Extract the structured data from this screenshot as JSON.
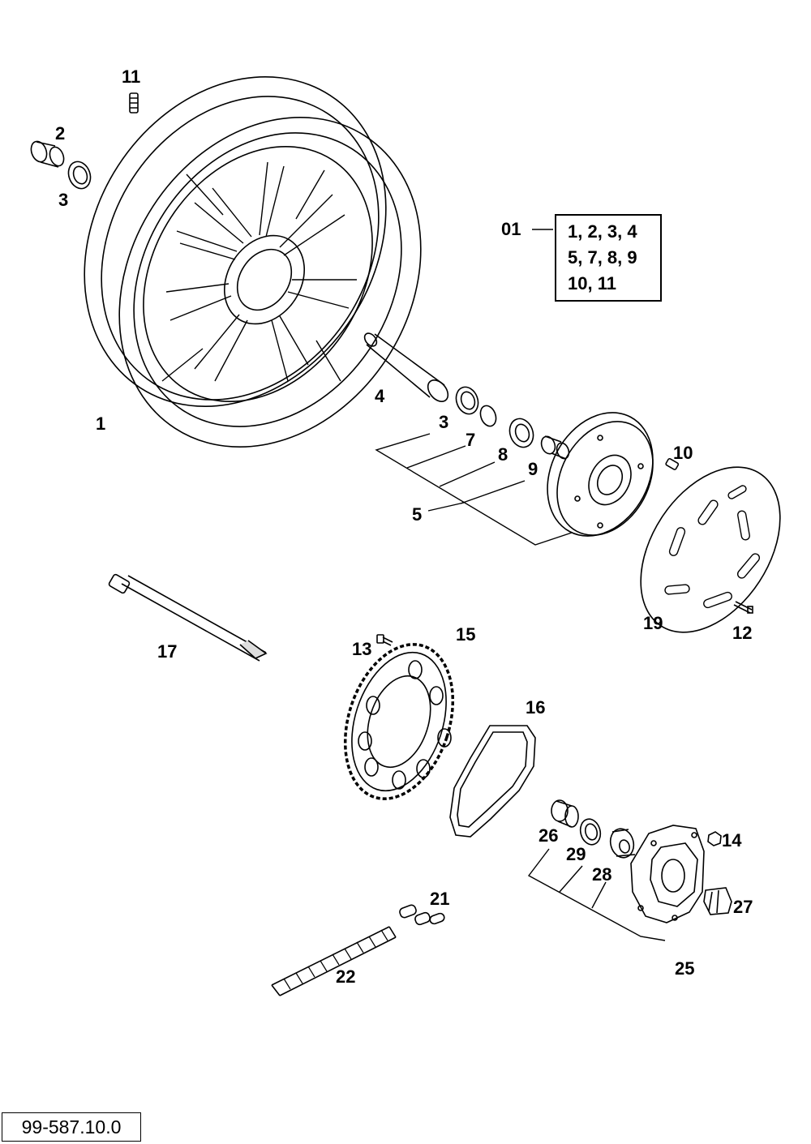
{
  "callouts": {
    "p1": "1",
    "p2": "2",
    "p3a": "3",
    "p3b": "3",
    "p4": "4",
    "p5": "5",
    "p7": "7",
    "p8": "8",
    "p9": "9",
    "p10": "10",
    "p11": "11",
    "p12": "12",
    "p13": "13",
    "p14": "14",
    "p15": "15",
    "p16": "16",
    "p17": "17",
    "p19": "19",
    "p21": "21",
    "p22": "22",
    "p25": "25",
    "p26": "26",
    "p27": "27",
    "p28": "28",
    "p29": "29",
    "p01": "01"
  },
  "legend": {
    "line1": "1, 2, 3, 4",
    "line2": "5, 7, 8, 9",
    "line3": "10, 11"
  },
  "drawing_number": "99-587.10.0"
}
